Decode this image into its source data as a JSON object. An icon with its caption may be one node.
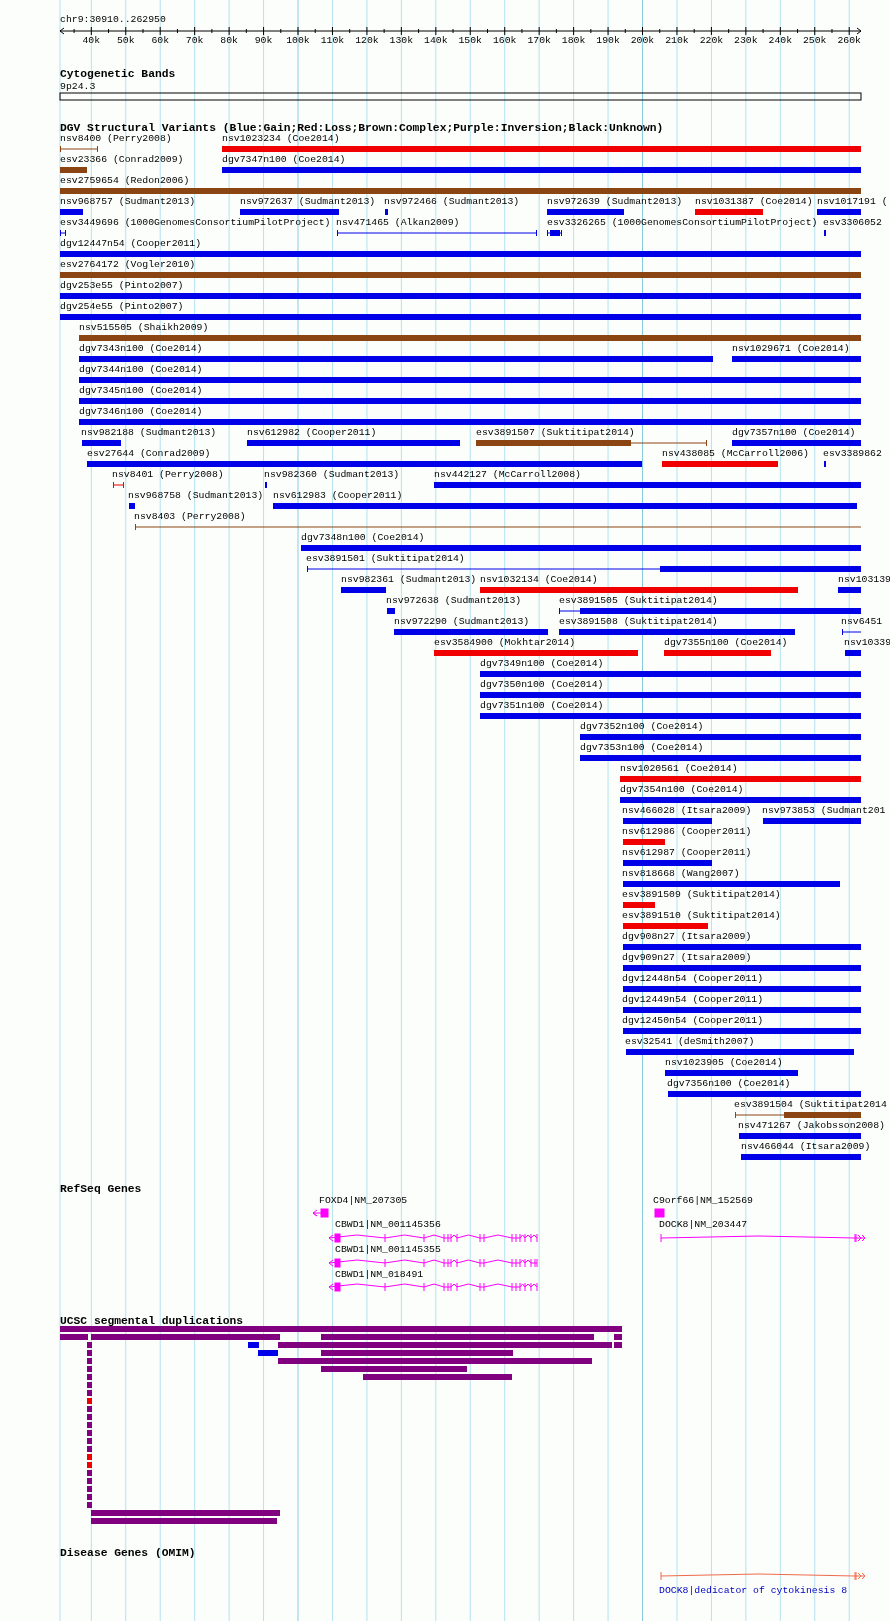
{
  "diagram": {
    "labels": [
      "chr9:30910..262950",
      "40k",
      "50k",
      "60k",
      "70k",
      "80k",
      "90k",
      "100k",
      "110k",
      "120k",
      "130k",
      "140k",
      "150k",
      "160k",
      "170k",
      "180k",
      "190k",
      "200k",
      "210k",
      "220k",
      "230k",
      "240k",
      "250k",
      "260k",
      "Cytogenetic Bands",
      "9p24.3",
      "DGV Structural Variants (Blue:Gain;Red:Loss;Brown:Complex;Purple:Inversion;Black:Unknown)",
      "nsv8400 (Perry2008)",
      "nsv1023234 (Coe2014)",
      "esv23366 (Conrad2009)",
      "dgv7347n100 (Coe2014)",
      "esv2759654 (Redon2006)",
      "nsv968757 (Sudmant2013)",
      "nsv972637 (Sudmant2013)",
      "nsv972466 (Sudmant2013)",
      "nsv972639 (Sudmant2013)",
      "nsv1031387 (Coe2014)",
      "nsv1017191 (",
      "esv3449696 (1000GenomesConsortiumPilotProject)",
      "nsv471465 (Alkan2009)",
      "esv3326265 (1000GenomesConsortiumPilotProject)",
      "esv3306052",
      "dgv12447n54 (Cooper2011)",
      "esv2764172 (Vogler2010)",
      "dgv253e55 (Pinto2007)",
      "dgv254e55 (Pinto2007)",
      "nsv515505 (Shaikh2009)",
      "dgv7343n100 (Coe2014)",
      "nsv1029671 (Coe2014)",
      "dgv7344n100 (Coe2014)",
      "dgv7345n100 (Coe2014)",
      "dgv7346n100 (Coe2014)",
      "nsv982188 (Sudmant2013)",
      "nsv612982 (Cooper2011)",
      "esv3891507 (Suktitipat2014)",
      "dgv7357n100 (Coe2014)",
      "esv27644 (Conrad2009)",
      "nsv438085 (McCarroll2006)",
      "esv3389862",
      "nsv8401 (Perry2008)",
      "nsv982360 (Sudmant2013)",
      "nsv442127 (McCarroll2008)",
      "nsv968758 (Sudmant2013)",
      "nsv612983 (Cooper2011)",
      "nsv8403 (Perry2008)",
      "dgv7348n100 (Coe2014)",
      "esv3891501 (Suktitipat2014)",
      "nsv982361 (Sudmant2013)",
      "nsv1032134 (Coe2014)",
      "nsv103139",
      "nsv972638 (Sudmant2013)",
      "esv3891505 (Suktitipat2014)",
      "nsv972290 (Sudmant2013)",
      "esv3891508 (Suktitipat2014)",
      "nsv6451",
      "esv3584900 (Mokhtar2014)",
      "dgv7355n100 (Coe2014)",
      "nsv10339",
      "dgv7349n100 (Coe2014)",
      "dgv7350n100 (Coe2014)",
      "dgv7351n100 (Coe2014)",
      "dgv7352n100 (Coe2014)",
      "dgv7353n100 (Coe2014)",
      "nsv1020561 (Coe2014)",
      "dgv7354n100 (Coe2014)",
      "nsv466028 (Itsara2009)",
      "nsv973853 (Sudmant201",
      "nsv612986 (Cooper2011)",
      "nsv612987 (Cooper2011)",
      "nsv818668 (Wang2007)",
      "esv3891509 (Suktitipat2014)",
      "esv3891510 (Suktitipat2014)",
      "dgv908n27 (Itsara2009)",
      "dgv909n27 (Itsara2009)",
      "dgv12448n54 (Cooper2011)",
      "dgv12449n54 (Cooper2011)",
      "dgv12450n54 (Cooper2011)",
      "esv32541 (deSmith2007)",
      "nsv1023905 (Coe2014)",
      "dgv7356n100 (Coe2014)",
      "esv3891504 (Suktitipat2014",
      "nsv471267 (Jakobsson2008)",
      "nsv466044 (Itsara2009)",
      "RefSeq Genes",
      "FOXD4|NM_207305",
      "C9orf66|NM_152569",
      "CBWD1|NM_001145356",
      "DOCK8|NM_203447",
      "CBWD1|NM_001145355",
      "CBWD1|NM_018491",
      "UCSC segmental duplications",
      "Disease Genes (OMIM)",
      "DOCK8|dedicator of cytokinesis 8"
    ]
  }
}
